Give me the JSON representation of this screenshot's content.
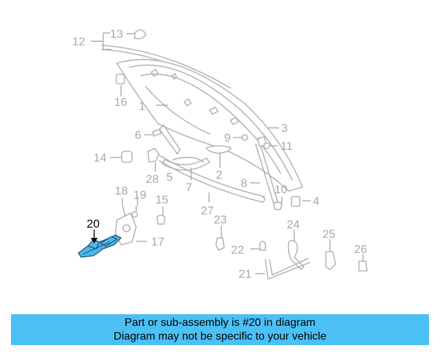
{
  "diagram": {
    "callouts": [
      "12",
      "13",
      "16",
      "1",
      "3",
      "6",
      "9",
      "11",
      "14",
      "2",
      "28",
      "5",
      "7",
      "8",
      "10",
      "4",
      "18",
      "19",
      "15",
      "27",
      "23",
      "20",
      "17",
      "24",
      "25",
      "22",
      "26",
      "21"
    ],
    "highlighted_part": "20"
  },
  "banner": {
    "line1": "Part or sub-assembly is #20 in diagram",
    "line2": "Diagram may not be specific to your vehicle"
  },
  "colors": {
    "banner_bg": "#4cc0f4",
    "highlight_part": "#4fb7ea",
    "callout_text": "#a9a9a9"
  }
}
